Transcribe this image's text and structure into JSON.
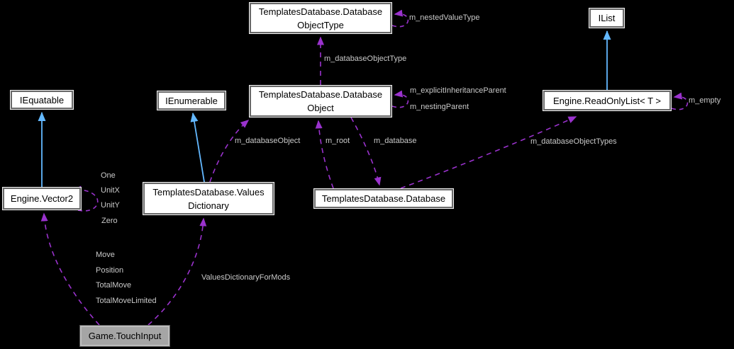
{
  "diagram": {
    "kind": "collaboration-graph",
    "background": "#000000"
  },
  "colors": {
    "inheritance_edge": "#63B8FF",
    "usage_edge": "#9A32CD",
    "edge_label_text": "#C9C9C9",
    "node_fill": "#FFFFFF",
    "node_border": "#696969",
    "node_text": "#000000",
    "current_node_fill": "#A5A5A5"
  },
  "nodes": {
    "db_object_type": {
      "line1": "TemplatesDatabase.Database",
      "line2": "ObjectType"
    },
    "ilist": {
      "line1": "IList"
    },
    "iequatable": {
      "line1": "IEquatable"
    },
    "ienumerable": {
      "line1": "IEnumerable"
    },
    "db_object": {
      "line1": "TemplatesDatabase.Database",
      "line2": "Object"
    },
    "read_only_list": {
      "line1": "Engine.ReadOnlyList< T >"
    },
    "vector2": {
      "line1": "Engine.Vector2"
    },
    "values_dictionary": {
      "line1": "TemplatesDatabase.Values",
      "line2": "Dictionary"
    },
    "database": {
      "line1": "TemplatesDatabase.Database"
    },
    "touch_input": {
      "line1": "Game.TouchInput"
    }
  },
  "edge_labels": {
    "m_nested_value_type": "m_nestedValueType",
    "m_database_object_type": "m_databaseObjectType",
    "m_explicit_inheritance_parent": "m_explicitInheritanceParent",
    "m_nesting_parent": "m_nestingParent",
    "m_empty": "m_empty",
    "m_database_object": "m_databaseObject",
    "m_root": "m_root",
    "m_database": "m_database",
    "m_database_object_types": "m_databaseObjectTypes",
    "one": "One",
    "unit_x": "UnitX",
    "unit_y": "UnitY",
    "zero": "Zero",
    "move": "Move",
    "position": "Position",
    "total_move": "TotalMove",
    "total_move_limited": "TotalMoveLimited",
    "values_dictionary_for_mods": "ValuesDictionaryForMods"
  }
}
